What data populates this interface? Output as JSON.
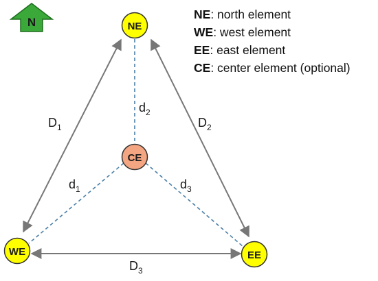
{
  "north_arrow": {
    "label": "N",
    "color": "#3aa93a"
  },
  "nodes": {
    "ne": {
      "label": "NE",
      "fill": "#ffff00"
    },
    "we": {
      "label": "WE",
      "fill": "#ffff00"
    },
    "ee": {
      "label": "EE",
      "fill": "#ffff00"
    },
    "ce": {
      "label": "CE",
      "fill": "#f4a582"
    }
  },
  "distances": {
    "D1": {
      "base": "D",
      "sub": "1"
    },
    "D2": {
      "base": "D",
      "sub": "2"
    },
    "D3": {
      "base": "D",
      "sub": "3"
    },
    "d1": {
      "base": "d",
      "sub": "1"
    },
    "d2": {
      "base": "d",
      "sub": "2"
    },
    "d3": {
      "base": "d",
      "sub": "3"
    }
  },
  "legend": [
    {
      "abbr": "NE",
      "text": ": north element"
    },
    {
      "abbr": "WE",
      "text": ": west element"
    },
    {
      "abbr": "EE",
      "text": ": east element"
    },
    {
      "abbr": "CE",
      "text": ": center element (optional)"
    }
  ]
}
